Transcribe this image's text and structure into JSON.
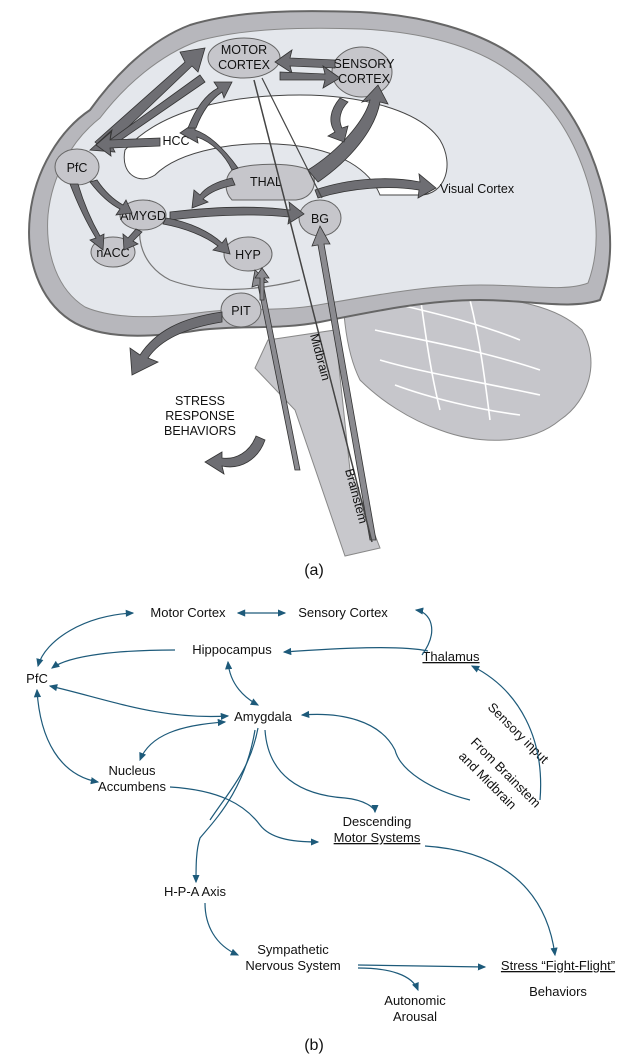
{
  "panel_a": {
    "label": "(a)",
    "regions": {
      "motor_cortex": [
        "MOTOR",
        "CORTEX"
      ],
      "sensory_cortex": [
        "SENSORY",
        "CORTEX"
      ],
      "hcc": "HCC",
      "pfc": "PfC",
      "thal": "THAL",
      "amygd": "AMYGD",
      "nacc": "nACC",
      "hyp": "HYP",
      "pit": "PIT",
      "bg": "BG",
      "visual_cortex": "Visual Cortex",
      "midbrain": "Midbrain",
      "brainstem": "Brainstem"
    },
    "output": [
      "STRESS",
      "RESPONSE",
      "BEHAVIORS"
    ]
  },
  "panel_b": {
    "label": "(b)",
    "nodes": {
      "motor_cortex": "Motor Cortex",
      "sensory_cortex": "Sensory Cortex",
      "hippocampus": "Hippocampus",
      "pfc": "PfC",
      "thalamus": "Thalamus",
      "amygdala": "Amygdala",
      "sensory_input": "Sensory input",
      "from_brainstem": [
        "From Brainstem",
        "and Midbrain"
      ],
      "nucleus_accumbens": [
        "Nucleus",
        "Accumbens"
      ],
      "descending_motor": [
        "Descending",
        "Motor Systems"
      ],
      "hpa_axis": "H-P-A Axis",
      "sympathetic": [
        "Sympathetic",
        "Nervous System"
      ],
      "stress_fight_flight": "Stress “Fight-Flight”",
      "behaviors": "Behaviors",
      "autonomic_arousal": [
        "Autonomic",
        "Arousal"
      ]
    }
  }
}
